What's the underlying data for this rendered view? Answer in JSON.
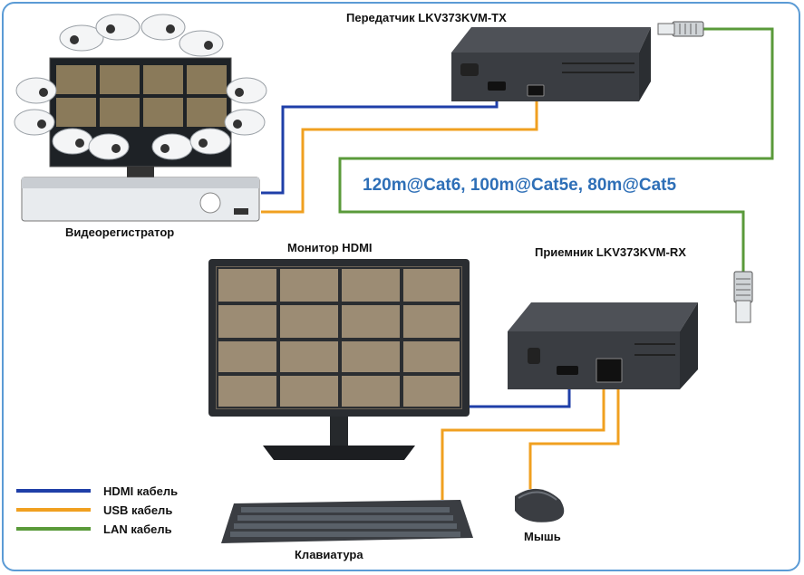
{
  "labels": {
    "transmitter": "Передатчик LKV373KVM-TX",
    "receiver": "Приемник LKV373KVM-RX",
    "dvr": "Видеорегистратор",
    "monitor": "Монитор HDMI",
    "keyboard": "Клавиатура",
    "mouse": "Мышь",
    "speed": "120m@Cat6, 100m@Cat5e, 80m@Cat5"
  },
  "legend": [
    {
      "label": "HDMI кабель",
      "color": "#1f3fa8"
    },
    {
      "label": "USB кабель",
      "color": "#f0a020"
    },
    {
      "label": "LAN кабель",
      "color": "#5a9a3a"
    }
  ],
  "colors": {
    "hdmi": "#1f3fa8",
    "usb": "#f0a020",
    "lan": "#5a9a3a",
    "frame": "#5b9bd5",
    "speed_text": "#2e6fb7"
  }
}
